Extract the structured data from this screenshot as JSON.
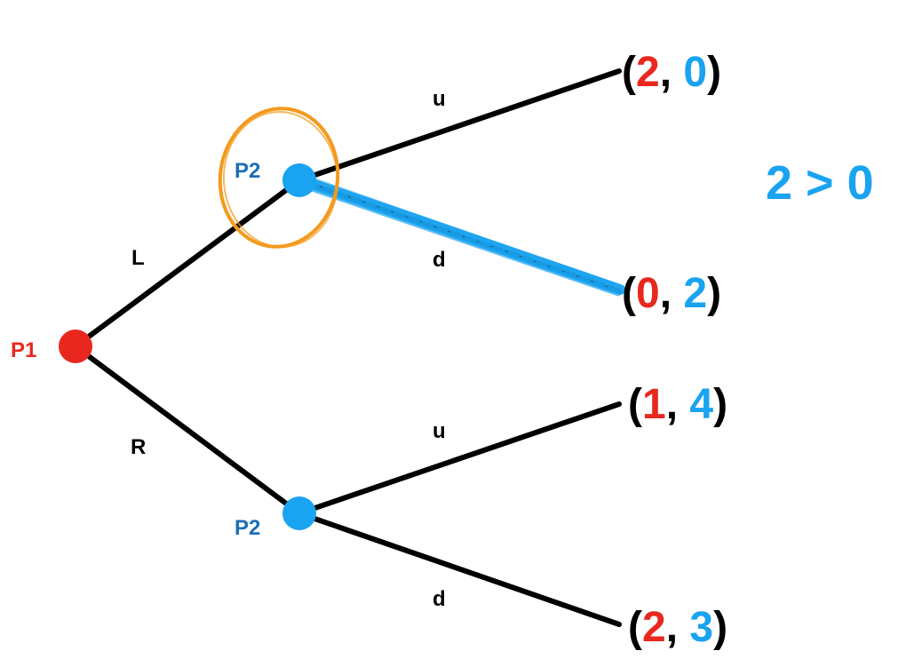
{
  "colors": {
    "p1": "#e8281e",
    "p2": "#1aa3f0",
    "p2_label": "#1a6fb8",
    "line": "#000000",
    "highlight_ring": "#f39a1e",
    "chosen_path": "#1aa3f0"
  },
  "nodes": {
    "root": {
      "label": "P1"
    },
    "upper": {
      "label": "P2"
    },
    "lower": {
      "label": "P2"
    }
  },
  "edges": {
    "left": "L",
    "right": "R",
    "upper_u": "u",
    "upper_d": "d",
    "lower_u": "u",
    "lower_d": "d"
  },
  "payoffs": [
    {
      "open": "(",
      "p1": "2",
      "sep": ", ",
      "p2": "0",
      "close": ")"
    },
    {
      "open": "(",
      "p1": "0",
      "sep": ", ",
      "p2": "2",
      "close": ")"
    },
    {
      "open": "(",
      "p1": "1",
      "sep": ", ",
      "p2": "4",
      "close": ")"
    },
    {
      "open": "(",
      "p1": "2",
      "sep": ", ",
      "p2": "3",
      "close": ")"
    }
  ],
  "annotation": "2 > 0",
  "icons": {
    "highlight": "orange-circle-icon"
  }
}
